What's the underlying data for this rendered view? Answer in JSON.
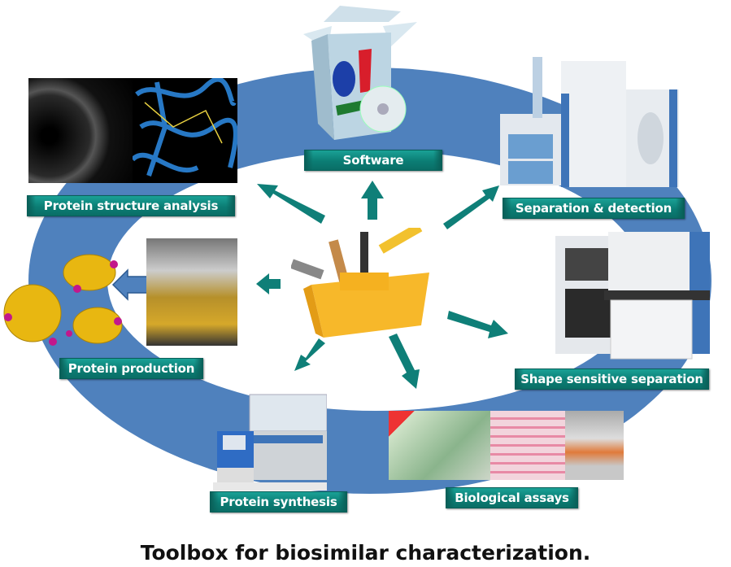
{
  "caption": "Toolbox for biosimilar characterization.",
  "center": {
    "name": "toolbox",
    "description": "yellow toolbox with hand tools"
  },
  "colors": {
    "ring": "#4f81bd",
    "arrow": "#0f7f78",
    "label_top": "#1aa196",
    "label_bottom": "#0a6e66",
    "label_text": "#ffffff"
  },
  "nodes": [
    {
      "id": "software",
      "label": "Software",
      "image": "software box with CD"
    },
    {
      "id": "separation-detection",
      "label": "Separation & detection",
      "image": "LC-MS instrument"
    },
    {
      "id": "shape-sensitive-separation",
      "label": "Shape sensitive separation",
      "image": "ion mobility mass spectrometer"
    },
    {
      "id": "biological-assays",
      "label": "Biological assays",
      "image": "well plate, gel, cell culture flask"
    },
    {
      "id": "protein-synthesis",
      "label": "Protein synthesis",
      "image": "automated synthesis instrument"
    },
    {
      "id": "protein-production",
      "label": "Protein production",
      "image": "bioreactor and protein ribbon model"
    },
    {
      "id": "protein-structure-analysis",
      "label": "Protein structure analysis",
      "image": "diffraction pattern and electron density map"
    }
  ]
}
